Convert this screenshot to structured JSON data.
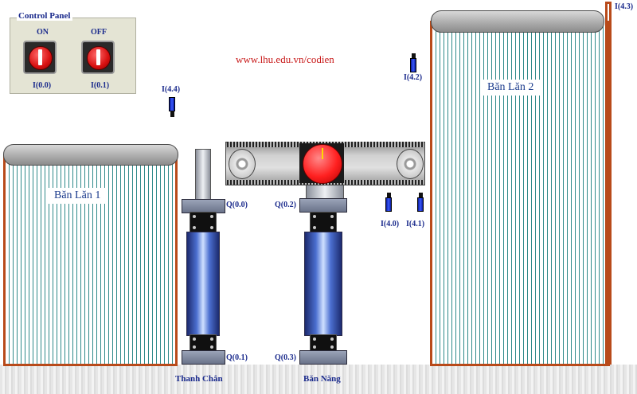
{
  "panel": {
    "title": "Control Panel",
    "on_label": "ON",
    "off_label": "OFF",
    "on_addr": "I(0.0)",
    "off_addr": "I(0.1)"
  },
  "website": "www.lhu.edu.vn/codien",
  "conveyor1": {
    "label": "Băn Lăn 1"
  },
  "conveyor2": {
    "label": "Băn Lăn 2"
  },
  "sensors": {
    "s44": "I(4.4)",
    "s42": "I(4.2)",
    "s43": "I(4.3)",
    "s40": "I(4.0)",
    "s41": "I(4.1)"
  },
  "outputs": {
    "q00": "Q(0.0)",
    "q01": "Q(0.1)",
    "q02": "Q(0.2)",
    "q03": "Q(0.3)"
  },
  "captions": {
    "stopper": "Thanh Chắn",
    "lift": "Băn Năng"
  }
}
